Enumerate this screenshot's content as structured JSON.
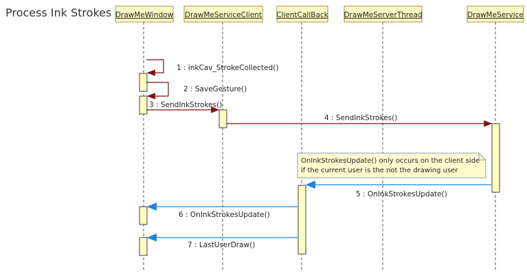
{
  "title": "Process Ink Strokes",
  "colors": {
    "header_fill": "#fdfbc4",
    "header_stroke": "#b28a4c",
    "activation_fill": "#fdfbc4",
    "activation_stroke": "#404040",
    "lifeline": "#555555",
    "sync_arrow": "#7a1212",
    "return_arrow": "#1f84d8",
    "note_fill": "#fdfccf",
    "note_stroke": "#8aa0b0",
    "text": "#222222"
  },
  "lifelines": [
    {
      "id": "window",
      "name": "DrawMeWindow"
    },
    {
      "id": "client",
      "name": "DrawMeServiceClient"
    },
    {
      "id": "callback",
      "name": "ClientCallBack"
    },
    {
      "id": "thread",
      "name": "DrawMeServerThread"
    },
    {
      "id": "service",
      "name": "DrawMeService"
    }
  ],
  "messages": [
    {
      "label": "1 : inkCav_StrokeCollected()",
      "kind": "self",
      "from": "window",
      "to": "window"
    },
    {
      "label": "2 : SaveGesture()",
      "kind": "self",
      "from": "window",
      "to": "window"
    },
    {
      "label": "3 : SendInkStrokes()",
      "kind": "sync",
      "from": "window",
      "to": "client"
    },
    {
      "label": "4 : SendInkStrokes()",
      "kind": "sync",
      "from": "client",
      "to": "service"
    },
    {
      "label": "5 : OnInkStrokesUpdate()",
      "kind": "return",
      "from": "service",
      "to": "callback"
    },
    {
      "label": "6 : OnInkStrokesUpdate()",
      "kind": "return",
      "from": "callback",
      "to": "window"
    },
    {
      "label": "7 : LastUserDraw()",
      "kind": "return",
      "from": "callback",
      "to": "window"
    }
  ],
  "note": {
    "lines": [
      "OnInkStrokesUpdate() only occurs on the client side",
      "if the current user is the not the drawing user"
    ]
  }
}
